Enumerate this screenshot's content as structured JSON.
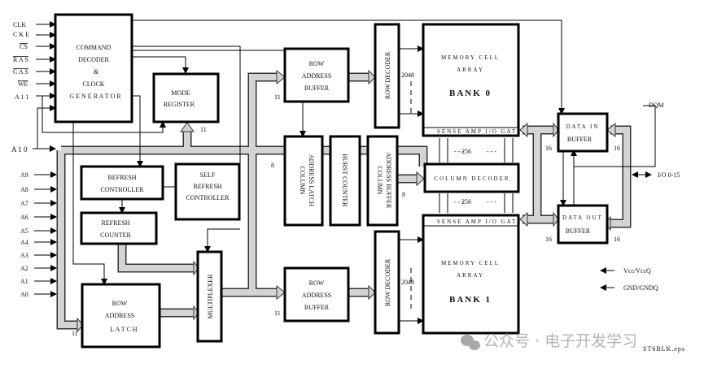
{
  "inputs": {
    "control": [
      "CLK",
      "C K E",
      "CS",
      "R A S",
      "C A S",
      "WE",
      "A 1 1"
    ],
    "a10": "A 1 0",
    "address": [
      "A9",
      "A8",
      "A7",
      "A6",
      "A5",
      "A4",
      "A3",
      "A2",
      "A1",
      "A0"
    ]
  },
  "blocks": {
    "command_decoder": [
      "COMMAND",
      "DECODER",
      "&",
      "CLOCK",
      "G E N E R A T O R"
    ],
    "mode_register": [
      "MODE",
      "REGISTER"
    ],
    "refresh_controller": [
      "REFRESH",
      "CONTROLLER"
    ],
    "self_refresh_controller": [
      "SELF",
      "REFRESH",
      "CONTROLLER"
    ],
    "refresh_counter": [
      "REFRESH",
      "COUNTER"
    ],
    "multiplexer": "MULTIPLEXER",
    "row_address_latch": [
      "ROW",
      "ADDRESS",
      "L A T C H"
    ],
    "row_address_buffer": [
      "ROW",
      "ADDRESS",
      "BUFFER"
    ],
    "column_address_latch": [
      "COLUMN",
      "ADDRESS LATCH"
    ],
    "burst_counter": "BURST COUNTER",
    "column_address_buffer": [
      "COLUMN",
      "ADDRESS BUFFER"
    ],
    "row_decoder": "ROW DECODER",
    "bank0": {
      "line1": "MEMORY CELL",
      "line2": "ARRAY",
      "bank": "BANK 0",
      "sense": "SENSE AMP I/O GATE"
    },
    "bank1": {
      "line1": "MEMORY CELL",
      "line2": "ARRAY",
      "bank": "BANK 1",
      "sense": "SENSE AMP I/O GATE"
    },
    "column_decoder": "COLUMN DECODER",
    "data_in_buffer": [
      "DATA IN",
      "BUFFER"
    ],
    "data_out_buffer": [
      "DATA OUT",
      "BUFFER"
    ]
  },
  "labels": {
    "w11": "11",
    "w8": "8",
    "w2048": "2048",
    "w256": "256",
    "w16": "16",
    "dots": "- - -",
    "dqm": "DQM",
    "io": "I/O 0-15"
  },
  "legend": [
    "Vcc/VccQ",
    "GND/GNDQ"
  ],
  "figure_id": "ST6BLK.eps",
  "watermark": "公众号 · 电子开发学习"
}
